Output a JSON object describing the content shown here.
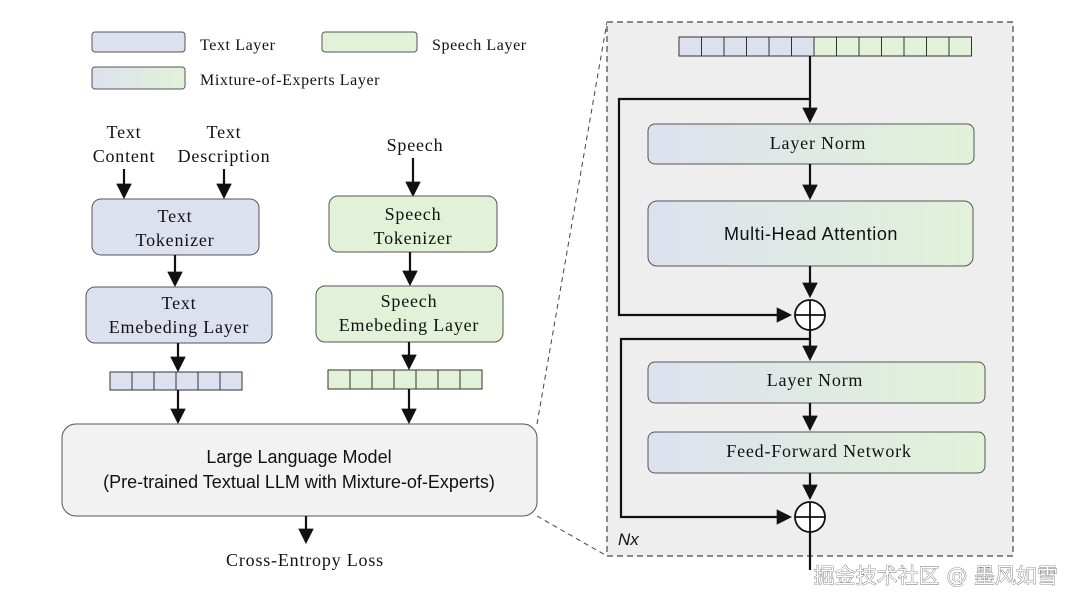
{
  "legend": {
    "text_layer": "Text Layer",
    "speech_layer": "Speech Layer",
    "moe_layer": "Mixture-of-Experts Layer"
  },
  "inputs": {
    "text_content_line1": "Text",
    "text_content_line2": "Content",
    "text_description_line1": "Text",
    "text_description_line2": "Description",
    "speech": "Speech"
  },
  "left_pipeline": {
    "text_tokenizer_line1": "Text",
    "text_tokenizer_line2": "Tokenizer",
    "text_embedding_line1": "Text",
    "text_embedding_line2": "Emebeding Layer",
    "speech_tokenizer_line1": "Speech",
    "speech_tokenizer_line2": "Tokenizer",
    "speech_embedding_line1": "Speech",
    "speech_embedding_line2": "Emebeding Layer"
  },
  "llm": {
    "line1": "Large Language Model",
    "line2": "(Pre-trained Textual LLM with Mixture-of-Experts)"
  },
  "output": {
    "loss": "Cross-Entropy Loss"
  },
  "block": {
    "layer_norm_1": "Layer Norm",
    "attention": "Multi-Head Attention",
    "layer_norm_2": "Layer Norm",
    "ffn": "Feed-Forward Network",
    "repeat": "Nx"
  },
  "watermark": "掘金技术社区 @ 墨风如雪",
  "colors": {
    "text_layer": "#dde1ef",
    "speech_layer": "#e1f2d8",
    "moe_start": "#dde1ef",
    "moe_end": "#e1f2d8",
    "llm_fill": "#f2f2f2",
    "panel_fill": "#eeeeee",
    "stroke": "#555555",
    "arrow": "#111111"
  }
}
